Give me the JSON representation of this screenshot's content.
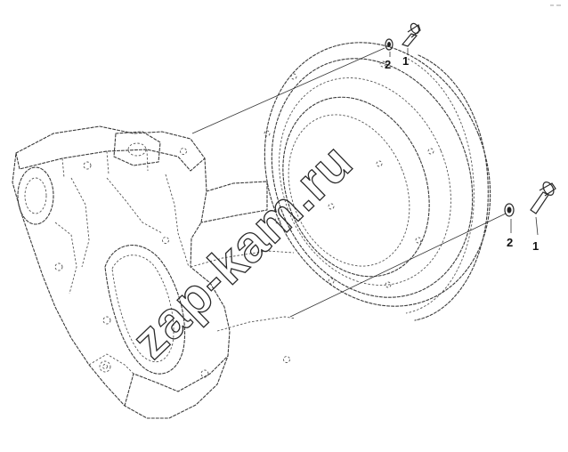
{
  "diagram": {
    "callouts": {
      "top_bolt": "1",
      "top_washer": "2",
      "bottom_bolt": "1",
      "bottom_washer": "2"
    },
    "watermark": "zap-kam.ru"
  }
}
